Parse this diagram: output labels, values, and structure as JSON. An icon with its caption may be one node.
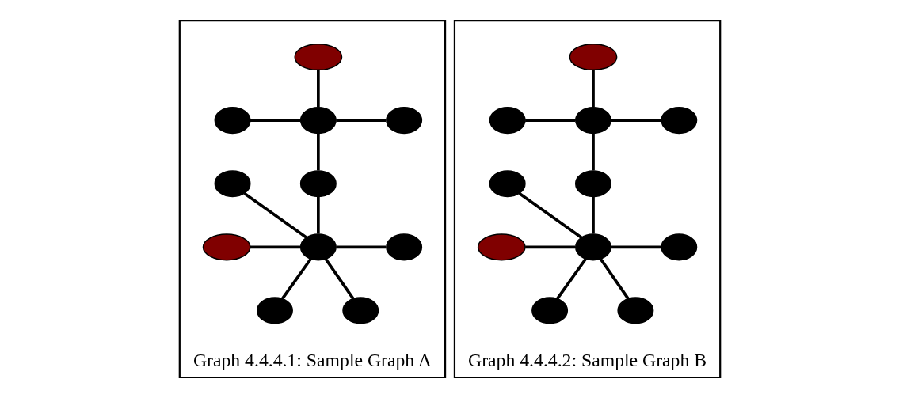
{
  "diagram": {
    "nodes": [
      {
        "text": [
          "Graph 4.4.4.1: Sample Graph A"
        ]
      },
      {
        "text": [],
        "shape": "ellipse",
        "in": 0
      },
      {
        "text": [],
        "shape": "ellipse",
        "in": 0
      },
      {
        "text": [],
        "shape": "ellipse",
        "in": 0
      },
      {
        "text": [],
        "shape": "ellipse",
        "in": 0
      },
      {
        "text": [],
        "shape": "ellipse",
        "in": 0
      },
      {
        "text": [],
        "shape": "ellipse",
        "in": 0
      },
      {
        "text": [],
        "shape": "ellipse",
        "in": 0
      },
      {
        "text": [],
        "shape": "ellipse",
        "in": 0
      },
      {
        "text": [],
        "shape": "ellipse",
        "in": 0
      },
      {
        "text": [],
        "shape": "ellipse",
        "in": 0
      },
      {
        "text": [],
        "shape": "ellipse",
        "in": 0
      },
      {
        "text": [
          "Graph 4.4.4.2: Sample Graph B"
        ]
      },
      {
        "text": [],
        "shape": "ellipse",
        "in": 12
      },
      {
        "text": [],
        "shape": "ellipse",
        "in": 12
      },
      {
        "text": [],
        "shape": "ellipse",
        "in": 12
      },
      {
        "text": [],
        "shape": "ellipse",
        "in": 12
      },
      {
        "text": [],
        "shape": "ellipse",
        "in": 12
      },
      {
        "text": [],
        "shape": "ellipse",
        "in": 12
      },
      {
        "text": [],
        "shape": "ellipse",
        "in": 12
      },
      {
        "text": [],
        "shape": "ellipse",
        "in": 12
      },
      {
        "text": [],
        "shape": "ellipse",
        "in": 12
      },
      {
        "text": [],
        "shape": "ellipse",
        "in": 12
      },
      {
        "text": [],
        "shape": "ellipse",
        "in": 12
      }
    ],
    "edges": [
      {
        "from": 1,
        "to": 3,
        "arrow": "none"
      },
      {
        "from": 2,
        "to": 3,
        "arrow": "none"
      },
      {
        "from": 3,
        "to": 4,
        "arrow": "none"
      },
      {
        "from": 3,
        "to": 6,
        "arrow": "none"
      },
      {
        "from": 6,
        "to": 8,
        "arrow": "none"
      },
      {
        "from": 5,
        "to": 8,
        "arrow": "none"
      },
      {
        "from": 7,
        "to": 8,
        "arrow": "none"
      },
      {
        "from": 8,
        "to": 9,
        "arrow": "none"
      },
      {
        "from": 8,
        "to": 10,
        "arrow": "none"
      },
      {
        "from": 8,
        "to": 11,
        "arrow": "none"
      },
      {
        "from": 13,
        "to": 15,
        "arrow": "none"
      },
      {
        "from": 14,
        "to": 15,
        "arrow": "none"
      },
      {
        "from": 15,
        "to": 16,
        "arrow": "none"
      },
      {
        "from": 15,
        "to": 18,
        "arrow": "none"
      },
      {
        "from": 18,
        "to": 20,
        "arrow": "none"
      },
      {
        "from": 17,
        "to": 20,
        "arrow": "none"
      },
      {
        "from": 19,
        "to": 20,
        "arrow": "none"
      },
      {
        "from": 20,
        "to": 21,
        "arrow": "none"
      },
      {
        "from": 20,
        "to": 22,
        "arrow": "none"
      },
      {
        "from": 20,
        "to": 23,
        "arrow": "none"
      }
    ]
  }
}
